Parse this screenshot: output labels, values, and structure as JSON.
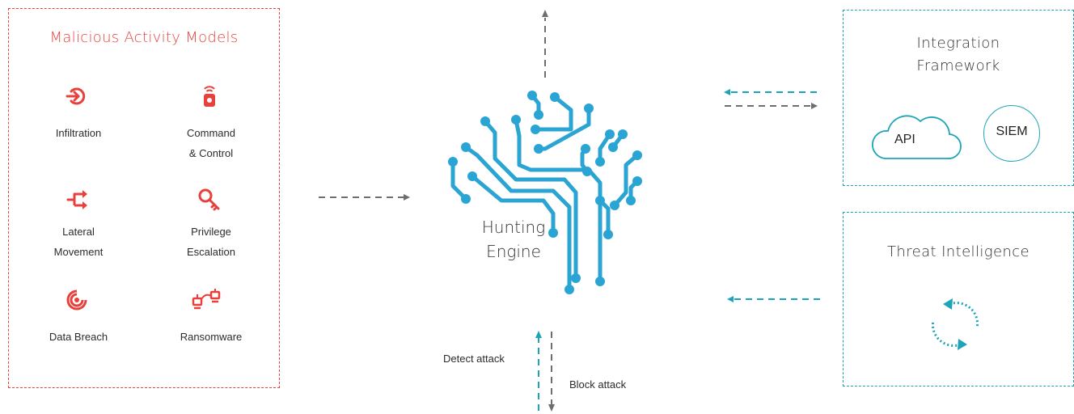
{
  "models": {
    "title": "Malicious Activity Models",
    "items": [
      {
        "lines": [
          "Infiltration"
        ],
        "icon": "login-arrow-icon"
      },
      {
        "lines": [
          "Command",
          "& Control"
        ],
        "icon": "router-icon"
      },
      {
        "lines": [
          "Lateral",
          "Movement"
        ],
        "icon": "branch-arrow-icon"
      },
      {
        "lines": [
          "Privilege",
          "Escalation"
        ],
        "icon": "key-icon"
      },
      {
        "lines": [
          "Data Breach"
        ],
        "icon": "spiral-icon"
      },
      {
        "lines": [
          "Ransomware"
        ],
        "icon": "network-computers-icon"
      }
    ]
  },
  "engine": {
    "lines": [
      "Hunting",
      "Engine"
    ],
    "icon": "circuit-brain-icon"
  },
  "integration": {
    "title_lines": [
      "Integration",
      "Framework"
    ],
    "api_label": "API",
    "siem_label": "SIEM"
  },
  "threat": {
    "title": "Threat Intelligence",
    "icon": "sync-arrows-icon"
  },
  "flows": {
    "detect": "Detect attack",
    "block": "Block attack"
  },
  "colors": {
    "red": "#e8413c",
    "teal": "#1ea4b8",
    "gray": "#6d6e71",
    "brain": "#2aa5d3"
  }
}
